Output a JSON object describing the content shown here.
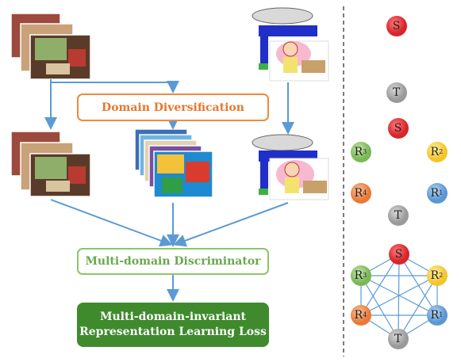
{
  "boxes": {
    "diversification": "Domain Diversification",
    "discriminator": "Multi-domain Discriminator",
    "loss_line1": "Multi-domain-invariant",
    "loss_line2": "Representation Learning Loss"
  },
  "nodes": {
    "source": "S",
    "target": "T",
    "r1": "R",
    "r2": "R",
    "r3": "R",
    "r4": "R",
    "r1_sub": "1",
    "r2_sub": "2",
    "r3_sub": "3",
    "r4_sub": "4"
  },
  "colors": {
    "source": "#e0393e",
    "target": "#a8a8a8",
    "r1": "#6ea6dc",
    "r2": "#f5cf3a",
    "r3": "#8cc56a",
    "r4": "#ee8a4c",
    "arrow": "#5b9bd5",
    "orange_border": "#ef8a3d",
    "green_border": "#8cc56a",
    "loss_fill": "#3f8a2d"
  }
}
